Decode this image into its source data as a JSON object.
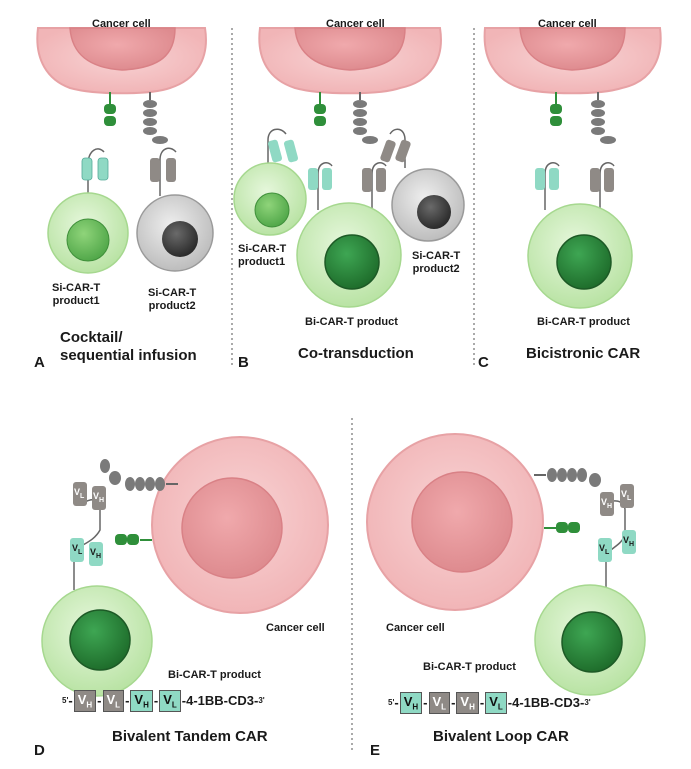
{
  "colors": {
    "cancer_outer": "#f5c2c4",
    "cancer_nucleus": "#e9999c",
    "tcell_outer": "#cfeec0",
    "tcell_nucleus": "#2e8b3e",
    "tcell_gray": "#c8c8c8",
    "nucleus_dark": "#3c3c3c",
    "teal": "#8fd9c4",
    "gray_binder": "#8f8a86",
    "green_antigen": "#2f8f3a"
  },
  "panel_a": {
    "cancer_label": "Cancer cell",
    "product1": "Si-CAR-T\nproduct1",
    "product2": "Si-CAR-T\nproduct2",
    "title": "Cocktail/\nsequential infusion",
    "letter": "A"
  },
  "panel_b": {
    "cancer_label": "Cancer cell",
    "product1": "Si-CAR-T\nproduct1",
    "product2": "Si-CAR-T\nproduct2",
    "bi_product": "Bi-CAR-T product",
    "title": "Co-transduction",
    "letter": "B"
  },
  "panel_c": {
    "cancer_label": "Cancer cell",
    "bi_product": "Bi-CAR-T product",
    "title": "Bicistronic CAR",
    "letter": "C"
  },
  "panel_d": {
    "cancer_label": "Cancer cell",
    "bi_product": "Bi-CAR-T product",
    "title": "Bivalent Tandem CAR",
    "letter": "D",
    "construct": {
      "prime5": "5'",
      "seg1": "V",
      "seg1sub": "H",
      "seg2": "V",
      "seg2sub": "L",
      "seg3": "V",
      "seg3sub": "H",
      "seg4": "V",
      "seg4sub": "L",
      "tail": "-4-1BB-CD3-",
      "prime3": "3'"
    }
  },
  "panel_e": {
    "cancer_label": "Cancer cell",
    "bi_product": "Bi-CAR-T product",
    "title": "Bivalent Loop CAR",
    "letter": "E",
    "construct": {
      "prime5": "5'",
      "seg1": "V",
      "seg1sub": "H",
      "seg2": "V",
      "seg2sub": "L",
      "seg3": "V",
      "seg3sub": "H",
      "seg4": "V",
      "seg4sub": "L",
      "tail": "-4-1BB-CD3-",
      "prime3": "3'"
    }
  },
  "binder_labels": {
    "vl": "V",
    "vl_sub": "L",
    "vh": "V",
    "vh_sub": "H"
  }
}
